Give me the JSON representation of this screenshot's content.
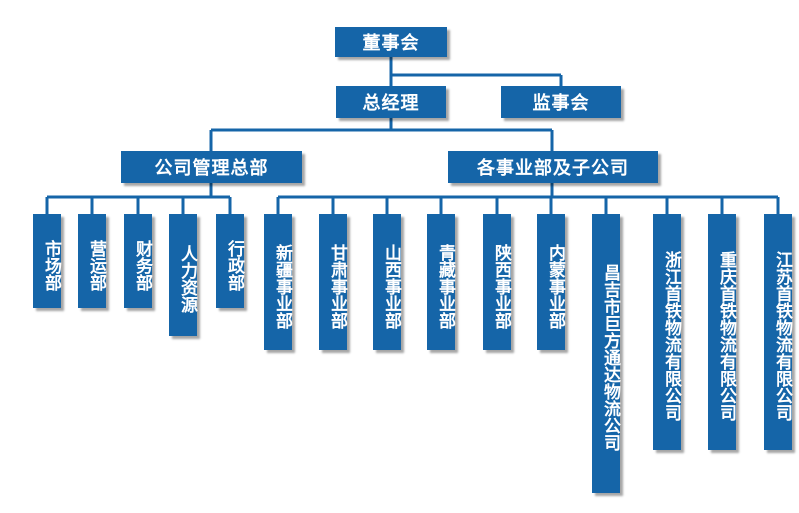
{
  "colors": {
    "box": "#1565a8",
    "text": "#ffffff",
    "line": "#1565a8"
  },
  "nodes": {
    "board": "董事会",
    "gm": "总经理",
    "supervisors": "监事会",
    "hq": "公司管理总部",
    "divisions": "各事业部及子公司",
    "market": "市场部",
    "operations": "营运部",
    "finance": "财务部",
    "hr": "人力资源",
    "admin": "行政部",
    "xinjiang": "新疆事业部",
    "gansu": "甘肃事业部",
    "shanxi": "山西事业部",
    "qinghai": "青藏事业部",
    "shaanxi": "陕西事业部",
    "neimeng": "内蒙事业部",
    "changji": "昌吉市巨方通达物流公司",
    "zhejiang": "浙江首铁物流有限公司",
    "chongqing": "重庆首铁物流有限公司",
    "jiangsu": "江苏首铁物流有限公司"
  }
}
